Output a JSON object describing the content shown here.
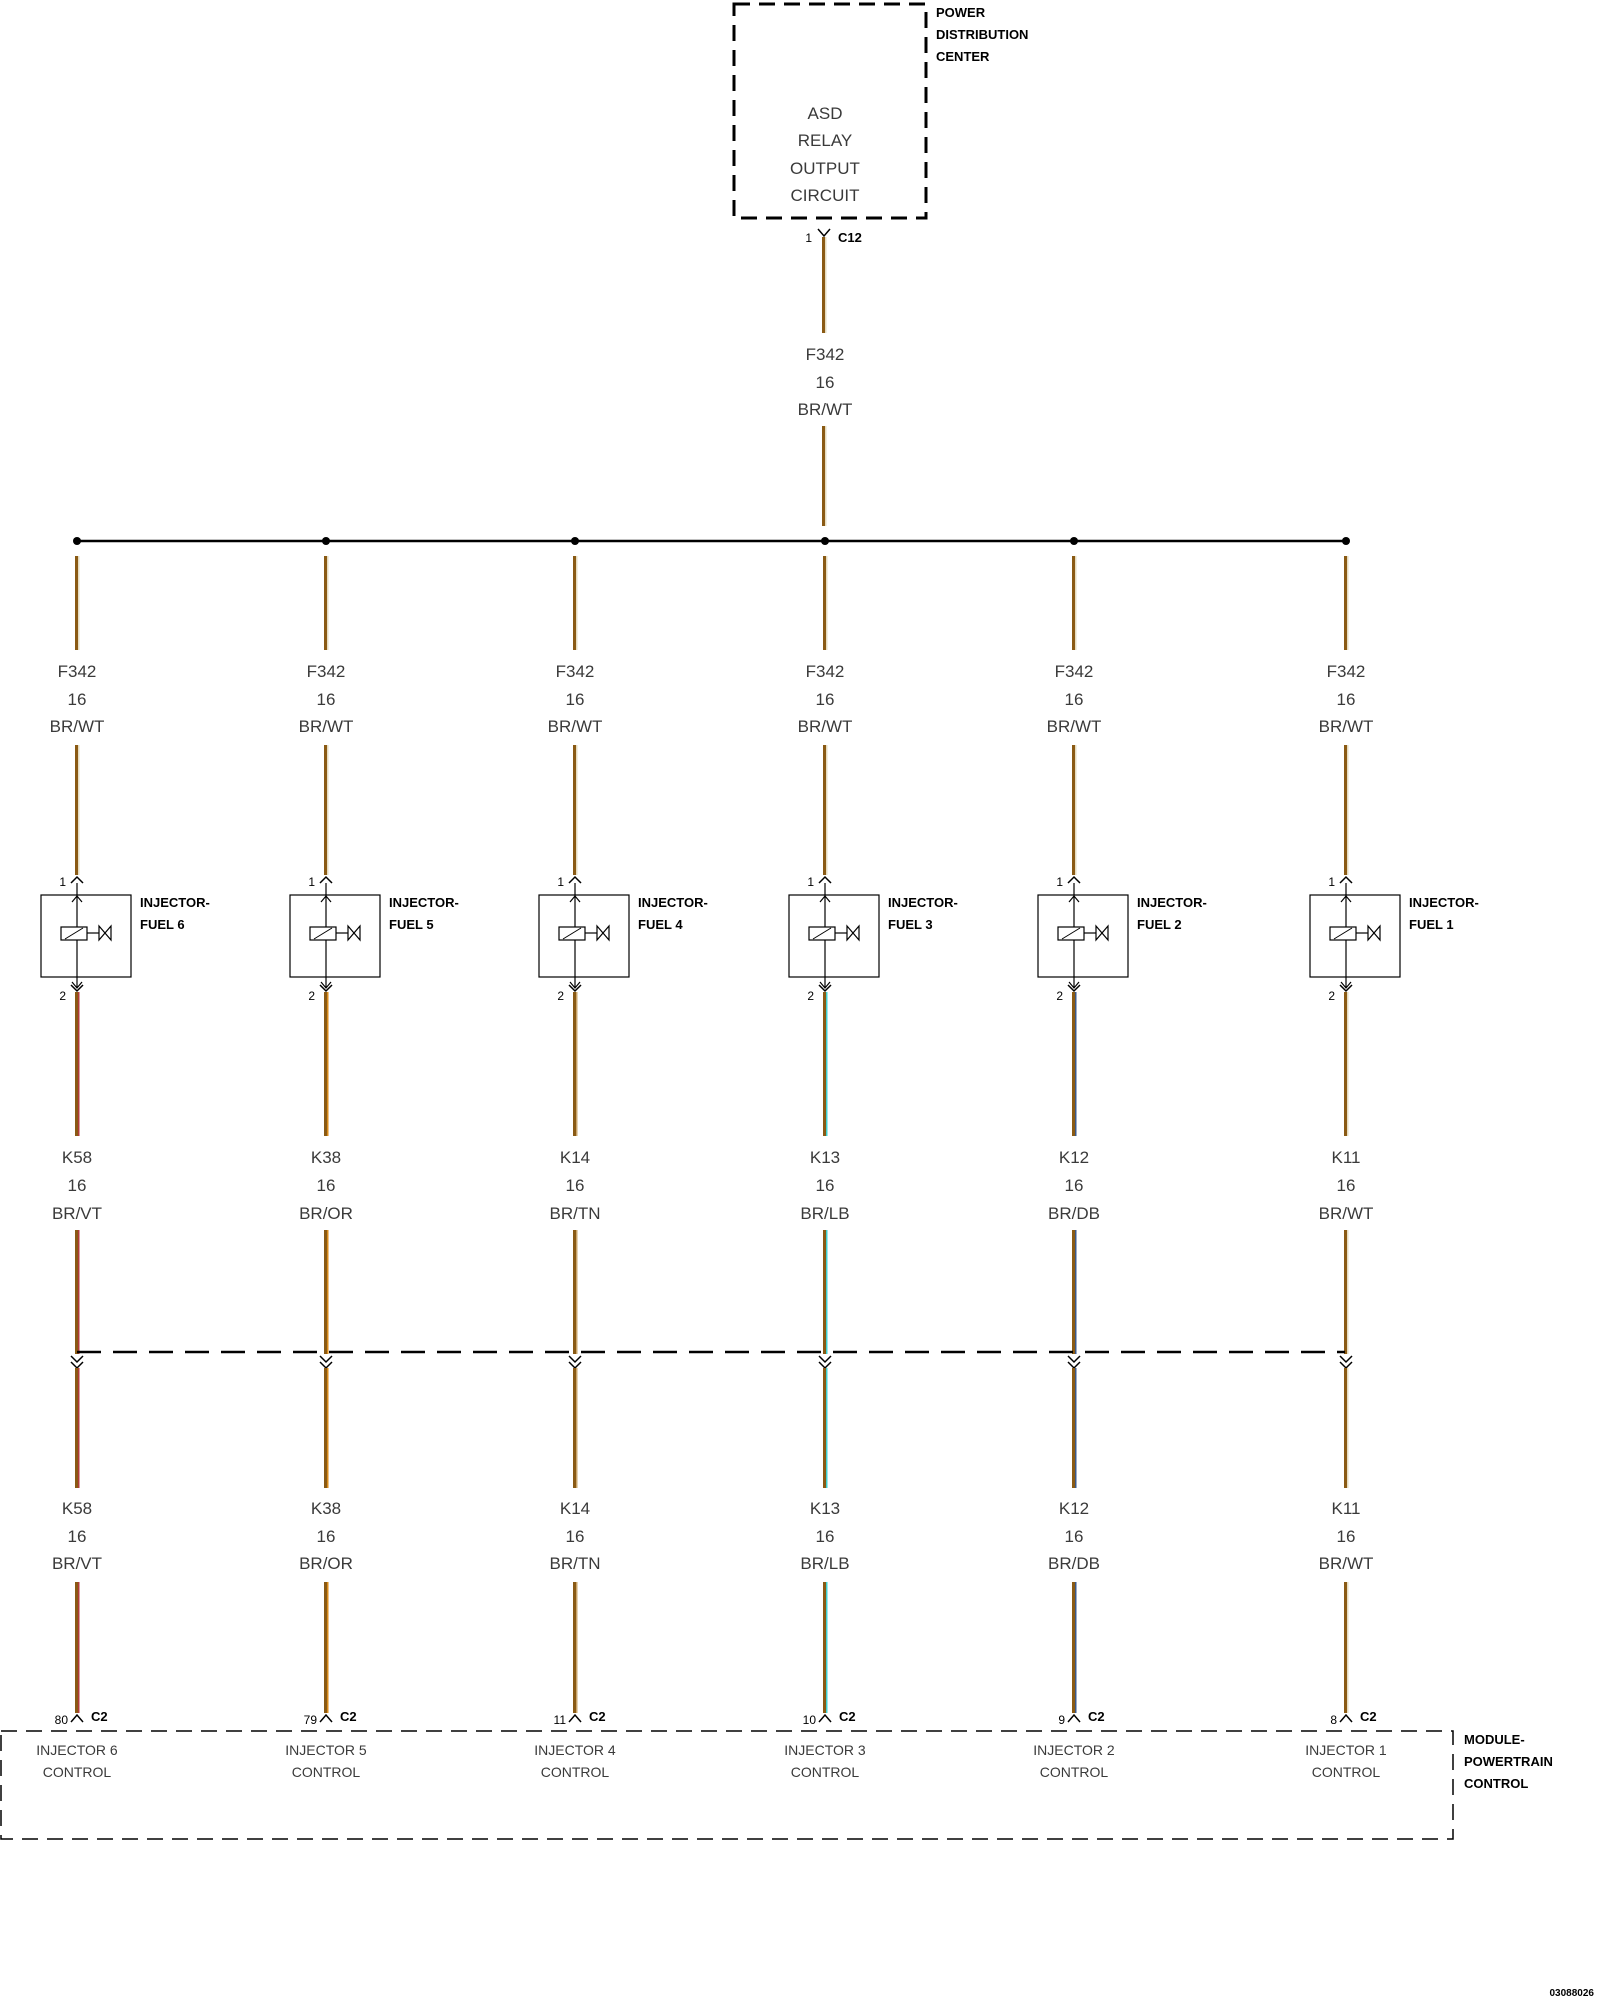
{
  "pdc": {
    "name_lines": [
      "POWER",
      "DISTRIBUTION",
      "CENTER"
    ],
    "function_lines": [
      "ASD",
      "RELAY",
      "OUTPUT",
      "CIRCUIT"
    ],
    "pin": "1",
    "connector": "C12"
  },
  "feed_wire": {
    "circuit": "F342",
    "gauge": "16",
    "color": "BR/WT"
  },
  "injectors": [
    {
      "name_lines": [
        "INJECTOR-",
        "FUEL 6"
      ],
      "pin_top": "1",
      "pin_bottom": "2",
      "feed": {
        "circuit": "F342",
        "gauge": "16",
        "color": "BR/WT"
      },
      "control_upper": {
        "circuit": "K58",
        "gauge": "16",
        "color": "BR/VT"
      },
      "control_lower": {
        "circuit": "K58",
        "gauge": "16",
        "color": "BR/VT"
      },
      "pcm_pin": "80",
      "pcm_connector": "C2",
      "pcm_function": [
        "INJECTOR 6",
        "CONTROL"
      ],
      "stripe_color": "#b23a3a"
    },
    {
      "name_lines": [
        "INJECTOR-",
        "FUEL 5"
      ],
      "pin_top": "1",
      "pin_bottom": "2",
      "feed": {
        "circuit": "F342",
        "gauge": "16",
        "color": "BR/WT"
      },
      "control_upper": {
        "circuit": "K38",
        "gauge": "16",
        "color": "BR/OR"
      },
      "control_lower": {
        "circuit": "K38",
        "gauge": "16",
        "color": "BR/OR"
      },
      "pcm_pin": "79",
      "pcm_connector": "C2",
      "pcm_function": [
        "INJECTOR 5",
        "CONTROL"
      ],
      "stripe_color": "#d98a1a"
    },
    {
      "name_lines": [
        "INJECTOR-",
        "FUEL 4"
      ],
      "pin_top": "1",
      "pin_bottom": "2",
      "feed": {
        "circuit": "F342",
        "gauge": "16",
        "color": "BR/WT"
      },
      "control_upper": {
        "circuit": "K14",
        "gauge": "16",
        "color": "BR/TN"
      },
      "control_lower": {
        "circuit": "K14",
        "gauge": "16",
        "color": "BR/TN"
      },
      "pcm_pin": "11",
      "pcm_connector": "C2",
      "pcm_function": [
        "INJECTOR 4",
        "CONTROL"
      ],
      "stripe_color": "#c8a46a"
    },
    {
      "name_lines": [
        "INJECTOR-",
        "FUEL 3"
      ],
      "pin_top": "1",
      "pin_bottom": "2",
      "feed": {
        "circuit": "F342",
        "gauge": "16",
        "color": "BR/WT"
      },
      "control_upper": {
        "circuit": "K13",
        "gauge": "16",
        "color": "BR/LB"
      },
      "control_lower": {
        "circuit": "K13",
        "gauge": "16",
        "color": "BR/LB"
      },
      "pcm_pin": "10",
      "pcm_connector": "C2",
      "pcm_function": [
        "INJECTOR 3",
        "CONTROL"
      ],
      "stripe_color": "#3fd0d0"
    },
    {
      "name_lines": [
        "INJECTOR-",
        "FUEL 2"
      ],
      "pin_top": "1",
      "pin_bottom": "2",
      "feed": {
        "circuit": "F342",
        "gauge": "16",
        "color": "BR/WT"
      },
      "control_upper": {
        "circuit": "K12",
        "gauge": "16",
        "color": "BR/DB"
      },
      "control_lower": {
        "circuit": "K12",
        "gauge": "16",
        "color": "BR/DB"
      },
      "pcm_pin": "9",
      "pcm_connector": "C2",
      "pcm_function": [
        "INJECTOR 2",
        "CONTROL"
      ],
      "stripe_color": "#3b5a8c"
    },
    {
      "name_lines": [
        "INJECTOR-",
        "FUEL 1"
      ],
      "pin_top": "1",
      "pin_bottom": "2",
      "feed": {
        "circuit": "F342",
        "gauge": "16",
        "color": "BR/WT"
      },
      "control_upper": {
        "circuit": "K11",
        "gauge": "16",
        "color": "BR/WT"
      },
      "control_lower": {
        "circuit": "K11",
        "gauge": "16",
        "color": "BR/WT"
      },
      "pcm_pin": "8",
      "pcm_connector": "C2",
      "pcm_function": [
        "INJECTOR 1",
        "CONTROL"
      ],
      "stripe_color": "#e6dcc0"
    }
  ],
  "pcm": {
    "name_lines": [
      "MODULE-",
      "POWERTRAIN",
      "CONTROL"
    ]
  },
  "colors": {
    "brown": "#8a5a14",
    "wire_line": "#000000"
  },
  "figure_id": "03088026"
}
